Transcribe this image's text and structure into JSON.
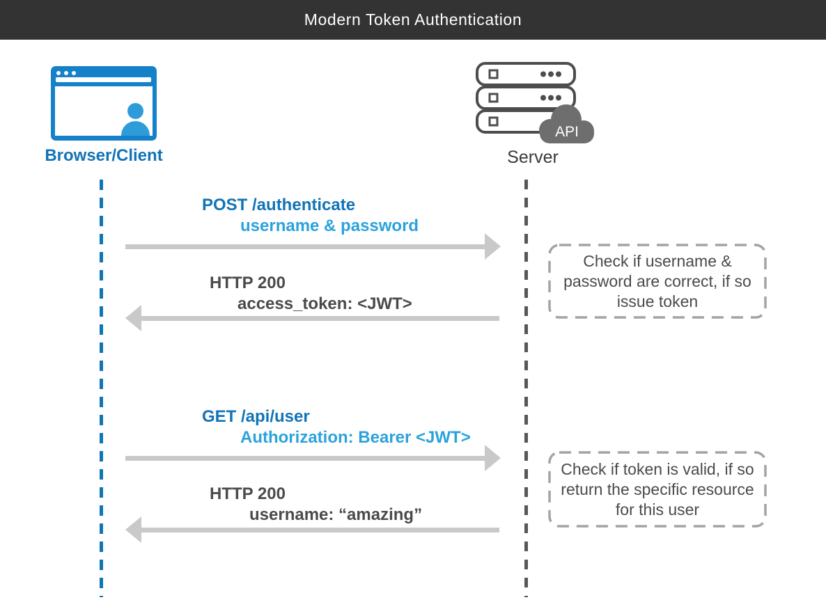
{
  "title": "Modern Token Authentication",
  "actors": {
    "client": {
      "label": "Browser/Client"
    },
    "server": {
      "label": "Server",
      "api_badge": "API"
    }
  },
  "messages": [
    {
      "direction": "client-to-server",
      "line1": "POST /authenticate",
      "line2": "username & password"
    },
    {
      "direction": "server-to-client",
      "line1": "HTTP 200",
      "line2": "access_token: <JWT>"
    },
    {
      "direction": "client-to-server",
      "line1": "GET /api/user",
      "line2": "Authorization: Bearer <JWT>"
    },
    {
      "direction": "server-to-client",
      "line1": "HTTP 200",
      "line2": "username: “amazing”"
    }
  ],
  "notes": [
    {
      "text": "Check if username &\npassword are correct, if so\nissue token"
    },
    {
      "text": "Check if token is valid, if so\nreturn the specific resource\nfor this user"
    }
  ],
  "colors": {
    "header_bg": "#333333",
    "request_primary": "#1173B7",
    "request_secondary": "#2BA2DC",
    "response_text": "#4A4A4A",
    "arrow": "#C9C9C9",
    "client_lifeline": "#0F76B4",
    "server_lifeline": "#575757",
    "note_border": "#A3A3A3",
    "browser_blue": "#1581C9",
    "person_blue": "#2E9CD9",
    "server_outline": "#4D4D4D",
    "cloud_gray": "#6E6E6E"
  }
}
